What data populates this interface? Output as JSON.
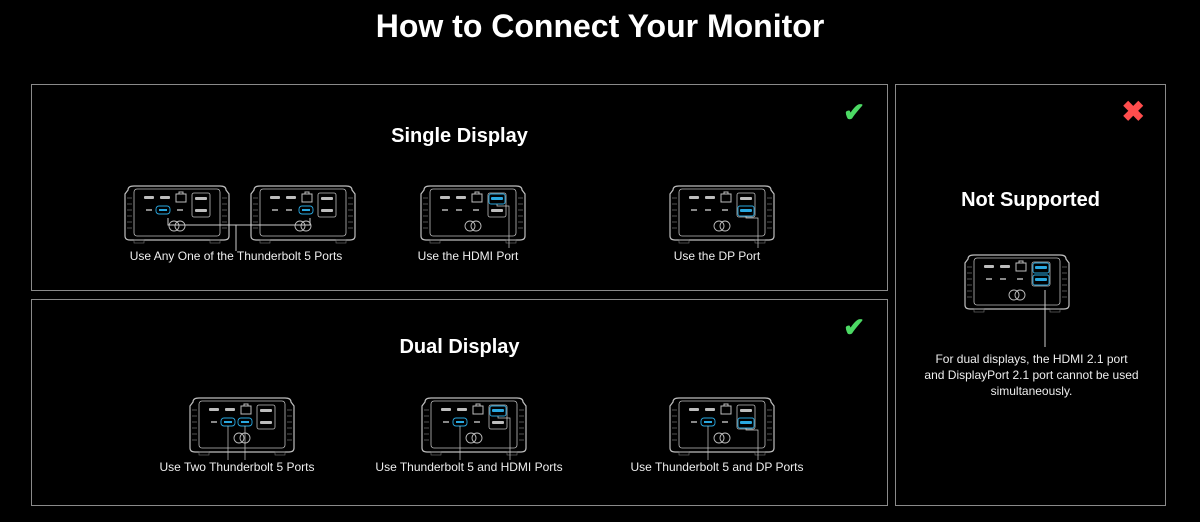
{
  "title": "How to Connect Your Monitor",
  "single": {
    "heading": "Single Display",
    "status_icon": "check-icon",
    "items": [
      {
        "label": "Use Any One of the Thunderbolt 5 Ports"
      },
      {
        "label": "Use the HDMI Port"
      },
      {
        "label": "Use the DP Port"
      }
    ]
  },
  "dual": {
    "heading": "Dual Display",
    "status_icon": "check-icon",
    "items": [
      {
        "label": "Use Two Thunderbolt 5 Ports"
      },
      {
        "label": "Use Thunderbolt 5 and HDMI Ports"
      },
      {
        "label": "Use Thunderbolt 5 and DP Ports"
      }
    ]
  },
  "unsupported": {
    "heading": "Not Supported",
    "status_icon": "cross-icon",
    "note": "For dual displays, the HDMI 2.1 port and DisplayPort 2.1 port cannot be used simultaneously."
  },
  "colors": {
    "check": "#4cd964",
    "cross": "#ff4d4d",
    "highlight": "#29a8e0",
    "outline": "#bdbdbd"
  }
}
